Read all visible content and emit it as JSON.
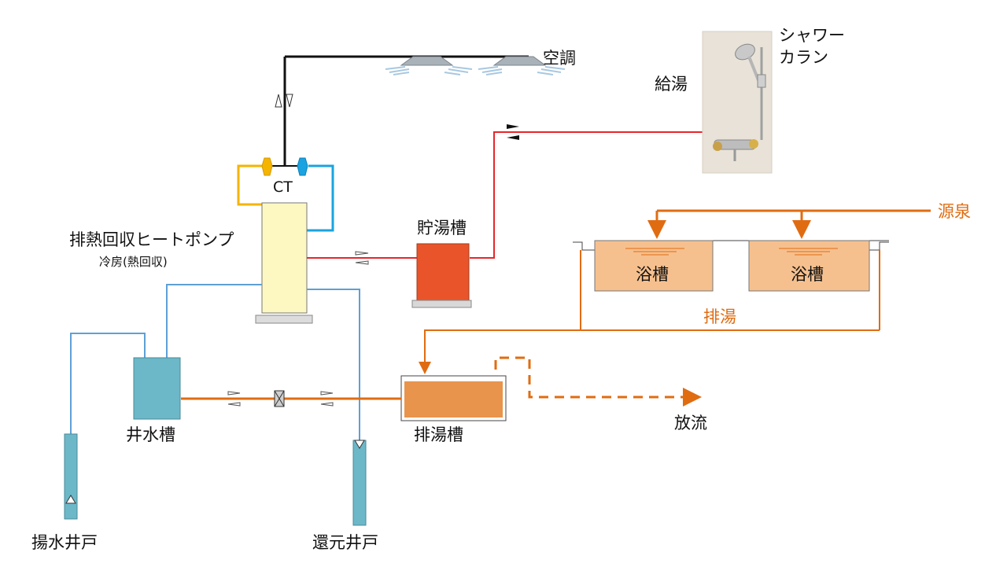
{
  "labels": {
    "aircon": "空調",
    "shower_line1": "シャワー",
    "shower_line2": "カラン",
    "hot_water": "給湯",
    "cooling_tower": "CT",
    "heat_pump": "排熱回収ヒートポンプ",
    "heat_pump_mode": "冷房(熱回収)",
    "storage_tank": "貯湯槽",
    "source_spring": "源泉",
    "bath_left": "浴槽",
    "bath_right": "浴槽",
    "drain_hot": "排湯",
    "well_tank": "井水槽",
    "drain_tank": "排湯槽",
    "discharge": "放流",
    "pump_well": "揚水井戸",
    "return_well": "還元井戸"
  },
  "colors": {
    "hot": "#e8252a",
    "cold": "#5ea0d6",
    "orange": "#e06c12",
    "aircon_line": "#111111",
    "ct_warm": "#f5b400",
    "ct_cool": "#1aa3e0",
    "heat_pump_fill": "#fdf8c2",
    "storage_fill": "#e9542a",
    "well_fill": "#6cb8c8",
    "bath_fill": "#f6c08e",
    "drain_tank_fill": "#e8944c"
  }
}
